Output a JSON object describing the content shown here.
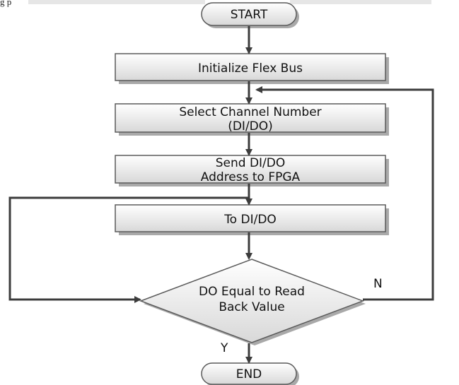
{
  "caption_fragment": "g    p",
  "colors": {
    "box_fill_top": "#ffffff",
    "box_fill_bottom": "#d8d8d8",
    "box_border": "#5a5a5a",
    "shadow": "#a9a9a9",
    "line": "#3c3c3c",
    "text": "#111111"
  },
  "nodes": {
    "start": "START",
    "init": "Initialize Flex Bus",
    "select": [
      "Select Channel Number",
      "(DI/DO)"
    ],
    "send": [
      "Send DI/DO",
      "Address to FPGA"
    ],
    "todido": "To DI/DO",
    "decision": [
      "DO Equal to Read",
      "Back Value"
    ],
    "end": "END"
  },
  "edge_labels": {
    "no": "N",
    "yes": "Y"
  }
}
